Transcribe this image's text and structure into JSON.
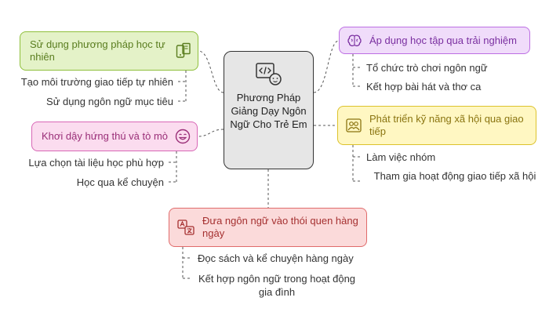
{
  "center": {
    "title": "Phương Pháp Giảng Dạy Ngôn Ngữ Cho Trẻ Em"
  },
  "branches": {
    "natural": {
      "title": "Sử dụng phương pháp học tự nhiên",
      "icon": "phone-book-icon",
      "items": [
        "Tạo môi trường giao tiếp tự nhiên",
        "Sử dụng ngôn ngữ mục tiêu"
      ]
    },
    "interest": {
      "title": "Khơi dậy hứng thú và tò mò",
      "icon": "smile-face-icon",
      "items": [
        "Lựa chọn tài liệu học phù hợp",
        "Học qua kể chuyện"
      ]
    },
    "experience": {
      "title": "Áp dụng học tập qua trải nghiệm",
      "icon": "brain-icon",
      "items": [
        "Tổ chức trò chơi ngôn ngữ",
        "Kết hợp bài hát và thơ ca"
      ]
    },
    "social": {
      "title": "Phát triển kỹ năng xã hội qua giao tiếp",
      "icon": "people-icon",
      "items": [
        "Làm việc nhóm",
        "Tham gia hoạt động giao tiếp xã hội"
      ]
    },
    "routine": {
      "title": "Đưa ngôn ngữ vào thói quen hàng ngày",
      "icon": "translate-icon",
      "items": [
        "Đọc sách và kể chuyện hàng ngày",
        "Kết hợp ngôn ngữ trong hoạt động gia đình"
      ]
    }
  },
  "colors": {
    "green": "#8fbf3b",
    "pink": "#d867b6",
    "purple": "#bd6ee3",
    "yellow": "#dcc22b",
    "red": "#e06b6b",
    "center": "#333333"
  }
}
